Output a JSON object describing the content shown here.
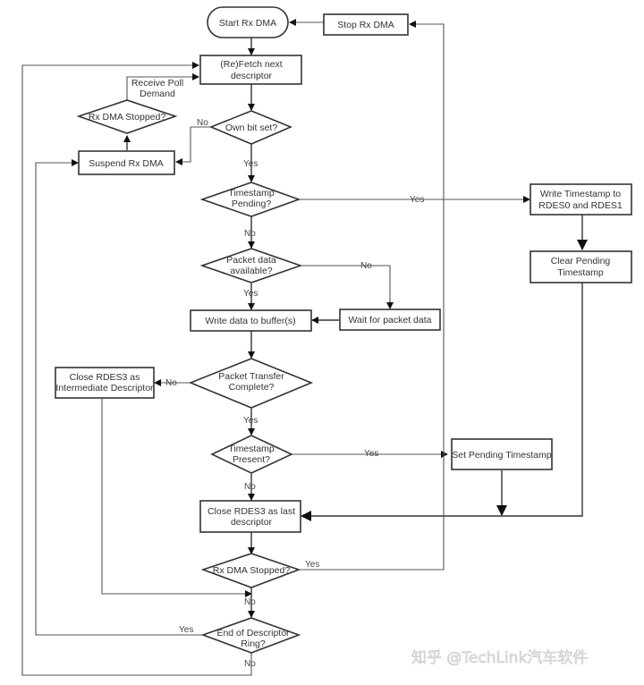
{
  "nodes": {
    "start": "Start Rx DMA",
    "stop": "Stop Rx DMA",
    "fetch": [
      "(Re)Fetch next",
      "descriptor"
    ],
    "poll": [
      "Receive Poll",
      "Demand"
    ],
    "rx_stopped_top": "Rx DMA Stopped?",
    "own_bit": "Own bit set?",
    "suspend": "Suspend Rx DMA",
    "ts_pending": [
      "Timestamp",
      "Pending?"
    ],
    "write_ts": [
      "Write Timestamp to",
      "RDES0 and RDES1"
    ],
    "clear_pending": [
      "Clear Pending",
      "Timestamp"
    ],
    "packet_avail": [
      "Packet data",
      "available?"
    ],
    "wait_packet": "Wait for packet data",
    "write_buf": "Write data to buffer(s)",
    "close_inter": [
      "Close RDES3 as",
      "Intermediate Descriptor"
    ],
    "transfer_complete": [
      "Packet Transfer",
      "Complete?"
    ],
    "ts_present": [
      "Timestamp",
      "Present?"
    ],
    "set_pending": "Set Pending Timestamp",
    "close_last": [
      "Close RDES3 as last",
      "descriptor"
    ],
    "rx_stopped_bottom": "Rx DMA Stopped?",
    "end_ring": [
      "End of Descriptor",
      "Ring?"
    ]
  },
  "labels": {
    "own_no": "No",
    "own_yes": "Yes",
    "ts_pending_yes": "Yes",
    "ts_pending_no": "No",
    "avail_no": "No",
    "avail_yes": "Yes",
    "complete_no": "No",
    "complete_yes": "Yes",
    "present_yes": "Yes",
    "present_no": "No",
    "stopped_yes": "Yes",
    "stopped_no": "No",
    "ring_yes": "Yes",
    "ring_no": "No"
  },
  "watermark": "知乎 @TechLink汽车软件"
}
